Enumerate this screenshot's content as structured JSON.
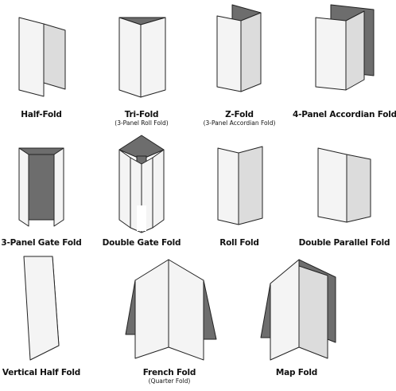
{
  "folds": [
    {
      "title": "Half-Fold",
      "subtitle": ""
    },
    {
      "title": "Tri-Fold",
      "subtitle": "(3-Panel Roll Fold)"
    },
    {
      "title": "Z-Fold",
      "subtitle": "(3-Panel Accordian Fold)"
    },
    {
      "title": "4-Panel Accordian Fold",
      "subtitle": ""
    },
    {
      "title": "3-Panel Gate Fold",
      "subtitle": ""
    },
    {
      "title": "Double Gate Fold",
      "subtitle": ""
    },
    {
      "title": "Roll Fold",
      "subtitle": ""
    },
    {
      "title": "Double Parallel Fold",
      "subtitle": ""
    },
    {
      "title": "Vertical Half Fold",
      "subtitle": ""
    },
    {
      "title": "French Fold",
      "subtitle": "(Quarter Fold)"
    },
    {
      "title": "Map Fold",
      "subtitle": ""
    }
  ],
  "colors": {
    "panel_light": "#f4f4f4",
    "panel_mid": "#dcdcdc",
    "panel_dark": "#6d6d6d",
    "outline": "#222222"
  }
}
